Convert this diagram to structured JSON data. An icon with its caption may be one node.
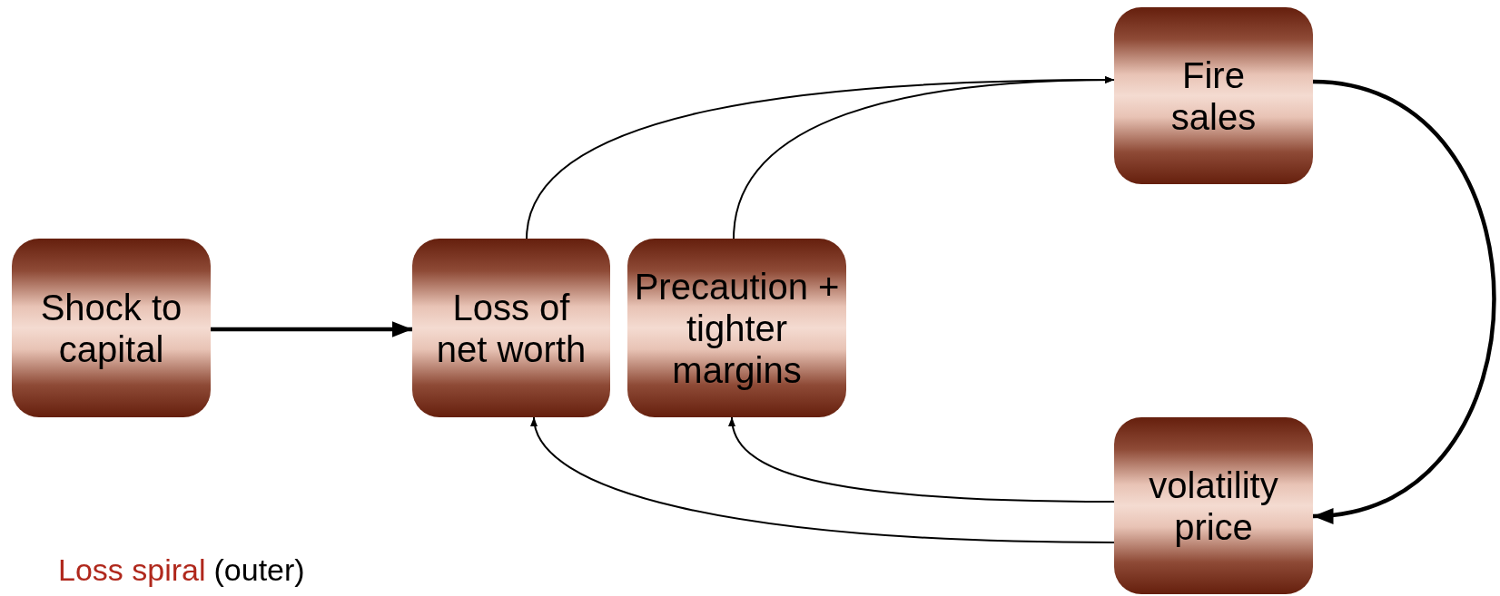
{
  "diagram": {
    "nodes": [
      {
        "text": [
          "Shock to capital"
        ]
      },
      {
        "text": [
          "Loss of net worth"
        ]
      },
      {
        "text": [
          "Precaution + tighter margins"
        ]
      },
      {
        "text": [
          "Fire sales"
        ]
      },
      {
        "text": [
          "volatility price"
        ]
      }
    ],
    "edges": [
      {
        "from": 0,
        "to": 1,
        "arrow": "to",
        "style": "thick"
      },
      {
        "from": 1,
        "to": 3,
        "arrow": "to"
      },
      {
        "from": 2,
        "to": 3,
        "arrow": "to"
      },
      {
        "from": 3,
        "to": 4,
        "arrow": "to",
        "style": "thick"
      },
      {
        "from": 4,
        "to": 2,
        "arrow": "to"
      },
      {
        "from": 4,
        "to": 1,
        "arrow": "to"
      }
    ],
    "labels": [
      "Loss spiral",
      "(outer)"
    ]
  }
}
